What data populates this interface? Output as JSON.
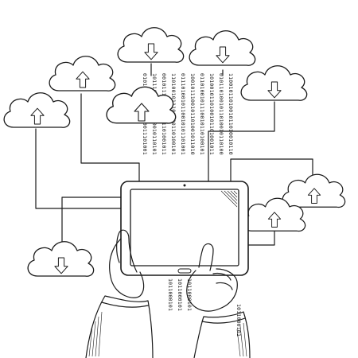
{
  "illustration": {
    "subject": "cloud-computing-tablet-sketch",
    "colors": {
      "ink": "#1a1a1a",
      "background": "#ffffff"
    },
    "binary_streams": [
      "0101001110110100011101001",
      "1011100010011010010110101",
      "0010111010001101101001011",
      "1101001011100100110100101",
      "0111010010110010101101001",
      "1001011100101101001011010",
      "0110100101110010110100101",
      "1010010110100101101001011",
      "0101101001011010010110100",
      "1100101101001011010010110",
      "1011000101"
    ],
    "clouds": [
      {
        "name": "cloud-upload-left",
        "arrow": "up"
      },
      {
        "name": "cloud-upload-top-left",
        "arrow": "up"
      },
      {
        "name": "cloud-download-top-1",
        "arrow": "down"
      },
      {
        "name": "cloud-download-top-2",
        "arrow": "down"
      },
      {
        "name": "cloud-download-right-top",
        "arrow": "down"
      },
      {
        "name": "cloud-upload-center",
        "arrow": "up"
      },
      {
        "name": "cloud-upload-right",
        "arrow": "up"
      },
      {
        "name": "cloud-upload-right-low",
        "arrow": "up"
      },
      {
        "name": "cloud-download-bottom-left",
        "arrow": "down"
      }
    ]
  }
}
